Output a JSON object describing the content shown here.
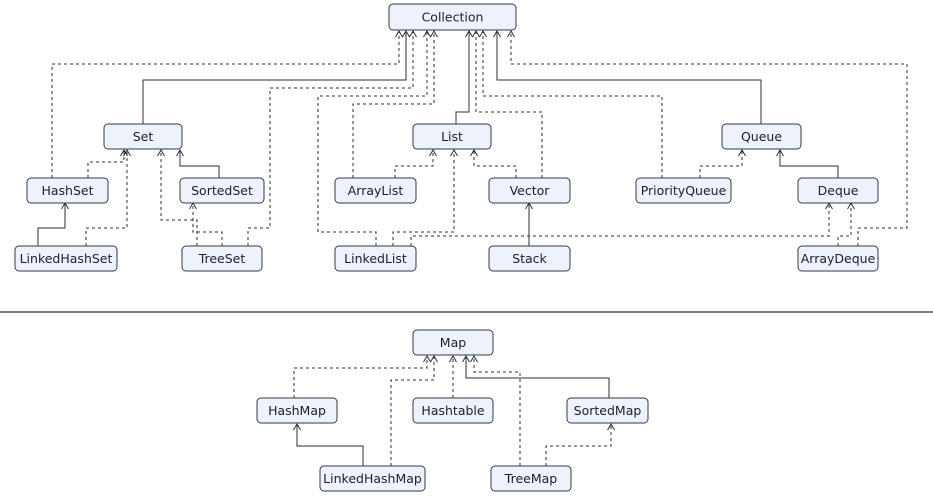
{
  "nodes": {
    "collection": "Collection",
    "set": "Set",
    "list": "List",
    "queue": "Queue",
    "hashset": "HashSet",
    "sortedset": "SortedSet",
    "arraylist": "ArrayList",
    "vector": "Vector",
    "priorityqueue": "PriorityQueue",
    "deque": "Deque",
    "linkedhashset": "LinkedHashSet",
    "treeset": "TreeSet",
    "linkedlist": "LinkedList",
    "stack": "Stack",
    "arraydeque": "ArrayDeque",
    "map": "Map",
    "hashmap": "HashMap",
    "hashtable": "Hashtable",
    "sortedmap": "SortedMap",
    "linkedhashmap": "LinkedHashMap",
    "treemap": "TreeMap"
  },
  "edges": [
    {
      "from": "hashset",
      "to": "collection",
      "style": "dashed"
    },
    {
      "from": "set",
      "to": "collection",
      "style": "solid"
    },
    {
      "from": "treeset",
      "to": "collection",
      "style": "dashed"
    },
    {
      "from": "linkedlist",
      "to": "collection",
      "style": "dashed"
    },
    {
      "from": "arraylist",
      "to": "collection",
      "style": "dashed"
    },
    {
      "from": "list",
      "to": "collection",
      "style": "solid"
    },
    {
      "from": "vector",
      "to": "collection",
      "style": "dashed"
    },
    {
      "from": "priorityqueue",
      "to": "collection",
      "style": "dashed"
    },
    {
      "from": "queue",
      "to": "collection",
      "style": "solid"
    },
    {
      "from": "arraydeque",
      "to": "collection",
      "style": "dashed"
    },
    {
      "from": "hashset",
      "to": "set",
      "style": "dashed"
    },
    {
      "from": "sortedset",
      "to": "set",
      "style": "solid"
    },
    {
      "from": "linkedhashset",
      "to": "set",
      "style": "dashed"
    },
    {
      "from": "treeset",
      "to": "set",
      "style": "dashed"
    },
    {
      "from": "linkedhashset",
      "to": "hashset",
      "style": "solid"
    },
    {
      "from": "treeset",
      "to": "sortedset",
      "style": "dashed"
    },
    {
      "from": "arraylist",
      "to": "list",
      "style": "dashed"
    },
    {
      "from": "linkedlist",
      "to": "list",
      "style": "dashed"
    },
    {
      "from": "vector",
      "to": "list",
      "style": "dashed"
    },
    {
      "from": "stack",
      "to": "vector",
      "style": "solid"
    },
    {
      "from": "priorityqueue",
      "to": "queue",
      "style": "dashed"
    },
    {
      "from": "deque",
      "to": "queue",
      "style": "solid"
    },
    {
      "from": "linkedlist",
      "to": "deque",
      "style": "dashed"
    },
    {
      "from": "arraydeque",
      "to": "deque",
      "style": "dashed"
    },
    {
      "from": "hashmap",
      "to": "map",
      "style": "dashed"
    },
    {
      "from": "linkedhashmap",
      "to": "map",
      "style": "dashed"
    },
    {
      "from": "hashtable",
      "to": "map",
      "style": "dashed"
    },
    {
      "from": "treemap",
      "to": "map",
      "style": "dashed"
    },
    {
      "from": "sortedmap",
      "to": "map",
      "style": "solid"
    },
    {
      "from": "linkedhashmap",
      "to": "hashmap",
      "style": "solid"
    },
    {
      "from": "treemap",
      "to": "sortedmap",
      "style": "dashed"
    }
  ]
}
